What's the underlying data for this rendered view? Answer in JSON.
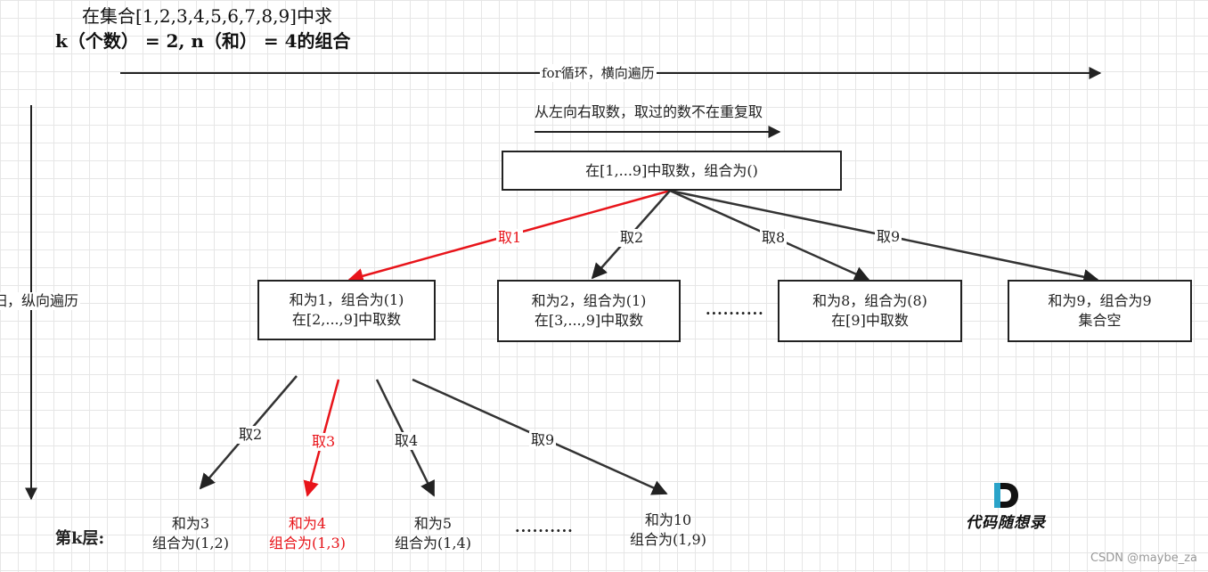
{
  "title": {
    "line1": "在集合[1,2,3,4,5,6,7,8,9]中求",
    "line2": "k（个数） = 2, n（和） = 4的组合"
  },
  "axes": {
    "horizontal_label": "for循环，横向遍历",
    "vertical_label": "归，纵向遍历",
    "direction_note": "从左向右取数，取过的数不在重复取"
  },
  "root": {
    "label": "在[1,...9]中取数，组合为()"
  },
  "level1_edges": [
    {
      "label": "取1",
      "highlight": true
    },
    {
      "label": "取2",
      "highlight": false
    },
    {
      "label": "取8",
      "highlight": false
    },
    {
      "label": "取9",
      "highlight": false
    }
  ],
  "level1_nodes": [
    {
      "line1": "和为1，组合为(1)",
      "line2": "在[2,...,9]中取数",
      "highlight": false
    },
    {
      "line1": "和为2，组合为(1)",
      "line2": "在[3,...,9]中取数",
      "highlight": false
    },
    {
      "line1": "和为8，组合为(8)",
      "line2": "在[9]中取数",
      "highlight": false
    },
    {
      "line1": "和为9，组合为9",
      "line2": "集合空",
      "highlight": false
    }
  ],
  "level1_ellipsis": "..........",
  "level2_edges": [
    {
      "label": "取2",
      "highlight": false
    },
    {
      "label": "取3",
      "highlight": true
    },
    {
      "label": "取4",
      "highlight": false
    },
    {
      "label": "取9",
      "highlight": false
    }
  ],
  "level2_nodes": [
    {
      "line1": "和为3",
      "line2": "组合为(1,2)",
      "highlight": false
    },
    {
      "line1": "和为4",
      "line2": "组合为(1,3)",
      "highlight": true
    },
    {
      "line1": "和为5",
      "line2": "组合为(1,4)",
      "highlight": false
    },
    {
      "line1": "和为10",
      "line2": "组合为(1,9)",
      "highlight": false
    }
  ],
  "level2_ellipsis": "..........",
  "level_label": "第k层:",
  "logo": {
    "text": "代码随想录",
    "letter": "D"
  },
  "watermark": "CSDN @maybe_za",
  "colors": {
    "highlight": "#e8141a",
    "line": "#333333"
  }
}
